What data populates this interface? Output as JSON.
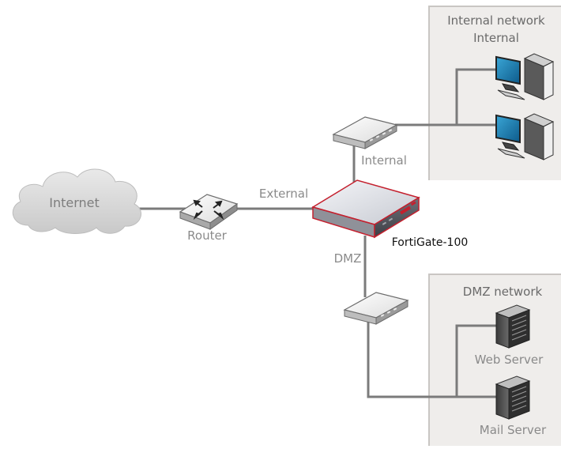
{
  "zones": {
    "internal": {
      "title": "Internal network",
      "subtitle": "Internal"
    },
    "dmz": {
      "title": "DMZ network"
    }
  },
  "nodes": {
    "internet": "Internet",
    "router": "Router",
    "fortigate": "FortiGate-100",
    "web_server": "Web Server",
    "mail_server": "Mail Server"
  },
  "links": {
    "external": "External",
    "internal": "Internal",
    "dmz": "DMZ"
  },
  "colors": {
    "zone_fill": "#efedeb",
    "zone_border": "#c9c6c3",
    "cable": "#7b7b7b",
    "firewall_outline": "#c4202e",
    "cloud": "#d9d9d9"
  }
}
